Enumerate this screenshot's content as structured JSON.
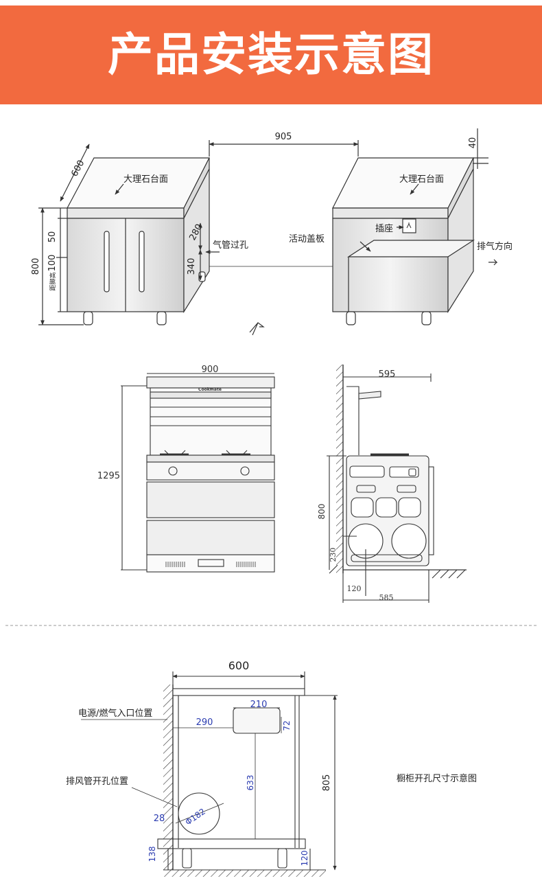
{
  "header": {
    "title": "产品安装示意图",
    "bg_color": "#f26a3f",
    "text_color": "#ffffff"
  },
  "diagram1": {
    "dim_905": "905",
    "dim_40": "40",
    "dim_600": "600",
    "dim_800": "800",
    "dim_50": "50",
    "dim_100": "100",
    "leg_label": "距脚高",
    "dim_280": "280",
    "dim_340": "340",
    "label_marble_left": "大理石台面",
    "label_marble_right": "大理石台面",
    "label_pipe_hole": "气管过孔",
    "label_movable_cover": "活动盖板",
    "label_socket": "插座",
    "label_exhaust_dir": "排气方向"
  },
  "diagram2": {
    "front": {
      "dim_900": "900",
      "dim_1295": "1295",
      "brand": "Cookmate"
    },
    "side": {
      "dim_595": "595",
      "dim_800": "800",
      "dim_230": "230",
      "dim_120": "120",
      "dim_585": "585"
    }
  },
  "diagram3": {
    "dim_600": "600",
    "dim_210": "210",
    "dim_290": "290",
    "dim_72": "72",
    "dim_633": "633",
    "dim_805": "805",
    "dim_28": "28",
    "dim_182": "Φ182",
    "dim_138": "138",
    "dim_120": "120",
    "label_power_gas": "电源/燃气入口位置",
    "label_exhaust_hole": "排风管开孔位置",
    "caption": "橱柜开孔尺寸示意图",
    "dim_color": "#2a3bb0"
  }
}
